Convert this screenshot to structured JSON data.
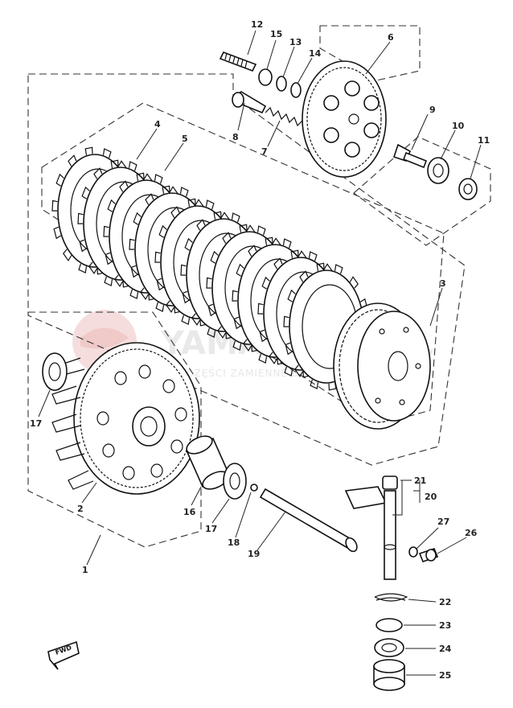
{
  "diagram": {
    "labels": [
      {
        "id": "1",
        "text": "1"
      },
      {
        "id": "2",
        "text": "2"
      },
      {
        "id": "3",
        "text": "3"
      },
      {
        "id": "4",
        "text": "4"
      },
      {
        "id": "5",
        "text": "5"
      },
      {
        "id": "6",
        "text": "6"
      },
      {
        "id": "7",
        "text": "7"
      },
      {
        "id": "8",
        "text": "8"
      },
      {
        "id": "9",
        "text": "9"
      },
      {
        "id": "10",
        "text": "10"
      },
      {
        "id": "11",
        "text": "11"
      },
      {
        "id": "12",
        "text": "12"
      },
      {
        "id": "13",
        "text": "13"
      },
      {
        "id": "14",
        "text": "14"
      },
      {
        "id": "15",
        "text": "15"
      },
      {
        "id": "16",
        "text": "16"
      },
      {
        "id": "17a",
        "text": "17"
      },
      {
        "id": "17b",
        "text": "17"
      },
      {
        "id": "18",
        "text": "18"
      },
      {
        "id": "19",
        "text": "19"
      },
      {
        "id": "20",
        "text": "20"
      },
      {
        "id": "21",
        "text": "21"
      },
      {
        "id": "22",
        "text": "22"
      },
      {
        "id": "23",
        "text": "23"
      },
      {
        "id": "24",
        "text": "24"
      },
      {
        "id": "25",
        "text": "25"
      },
      {
        "id": "26",
        "text": "26"
      },
      {
        "id": "27",
        "text": "27"
      }
    ],
    "front_marker": "FWD"
  },
  "watermark": {
    "brand": "YAMAPARTS.PL",
    "tagline": "CZĘŚCI ZAMIENNE DO MOTOCYKLI YAMAHA"
  }
}
